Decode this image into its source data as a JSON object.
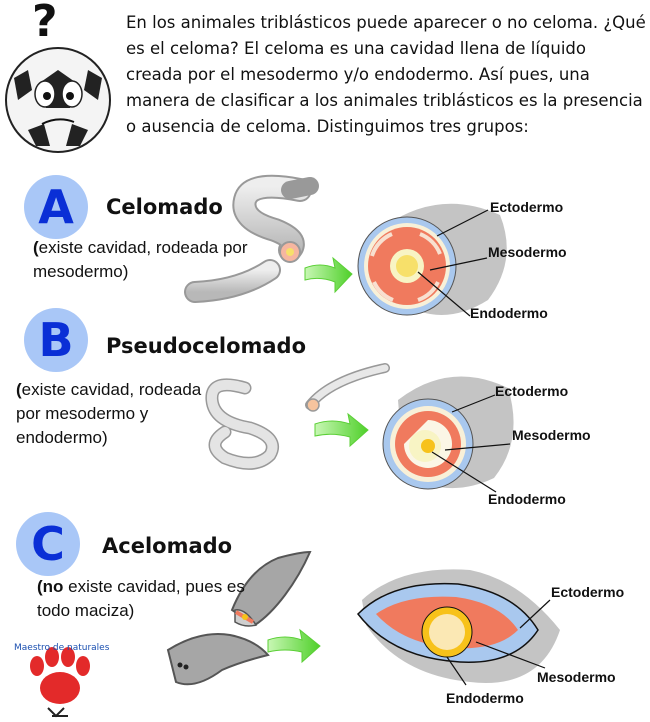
{
  "intro": "En los animales triblásticos puede aparecer o no celoma. ¿Qué es el celoma? El celoma es una cavidad llena de líquido creada por el mesodermo y/o endodermo. Así pues, una manera de clasificar a los animales triblásticos es la presencia o ausencia de celoma. Distinguimos tres grupos:",
  "groups": [
    {
      "letter": "A",
      "title": "Celomado",
      "desc_bold": "(",
      "desc_rest": "existe cavidad, rodeada por mesodermo)",
      "labels": {
        "ectodermo": "Ectodermo",
        "mesodermo": "Mesodermo",
        "endodermo": "Endodermo"
      }
    },
    {
      "letter": "B",
      "title": "Pseudocelomado",
      "desc_bold": "(",
      "desc_rest": "existe cavidad, rodeada por mesodermo y endodermo)",
      "labels": {
        "ectodermo": "Ectodermo",
        "mesodermo": "Mesodermo",
        "endodermo": "Endodermo"
      }
    },
    {
      "letter": "C",
      "title": "Acelomado",
      "desc_bold": "(no",
      "desc_rest": " existe cavidad, pues es todo maciza)",
      "labels": {
        "ectodermo": "Ectodermo",
        "mesodermo": "Mesodermo",
        "endodermo": "Endodermo"
      }
    }
  ],
  "logo": {
    "text": "Maestro de naturales"
  },
  "colors": {
    "ectoderm": "#a9c8ee",
    "mesoderm": "#f07a5e",
    "endoderm": "#f7c21a",
    "shadow": "#c4c4c4",
    "arrow": "#7ee85a",
    "letter_bg": "#a9c7f7",
    "letter_fg": "#0a2fd6"
  }
}
